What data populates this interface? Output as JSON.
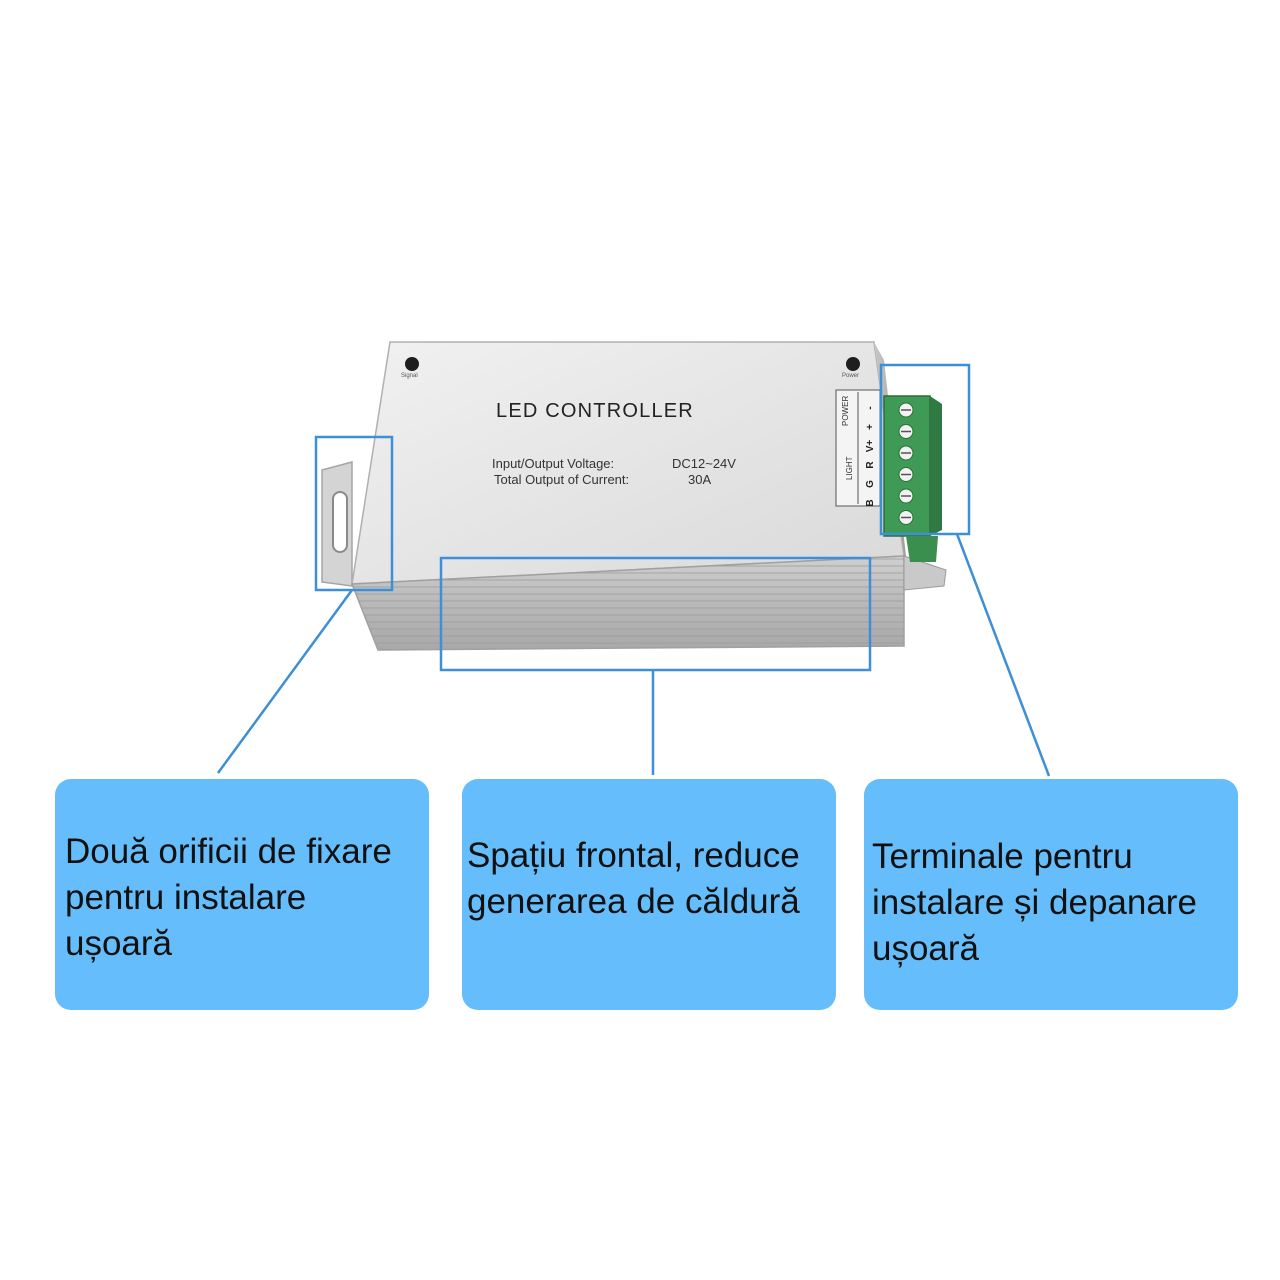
{
  "device": {
    "title": "LED CONTROLLER",
    "spec_label_1": "Input/Output Voltage:",
    "spec_value_1": "DC12~24V",
    "spec_label_2": "Total Output of Current:",
    "spec_value_2": "30A",
    "led_left_label": "Signal",
    "led_right_label": "Power",
    "terminal_group_power": "POWER",
    "terminal_group_light": "LIGHT",
    "terminal_pins": [
      "-",
      "+",
      "V+",
      "R",
      "G",
      "B"
    ]
  },
  "callouts": [
    {
      "lines": [
        "Două orificii de fixare",
        "pentru instalare",
        "ușoară"
      ]
    },
    {
      "lines": [
        "Spațiu frontal, reduce",
        "generarea de căldură"
      ]
    },
    {
      "lines": [
        "Terminale pentru",
        "instalare și depanare",
        "ușoară"
      ]
    }
  ],
  "colors": {
    "callout_fill": "#66bdfb",
    "highlight_stroke": "#3d8fd6",
    "housing_top": "#e6e6e6",
    "terminal_green": "#3f9a55"
  }
}
